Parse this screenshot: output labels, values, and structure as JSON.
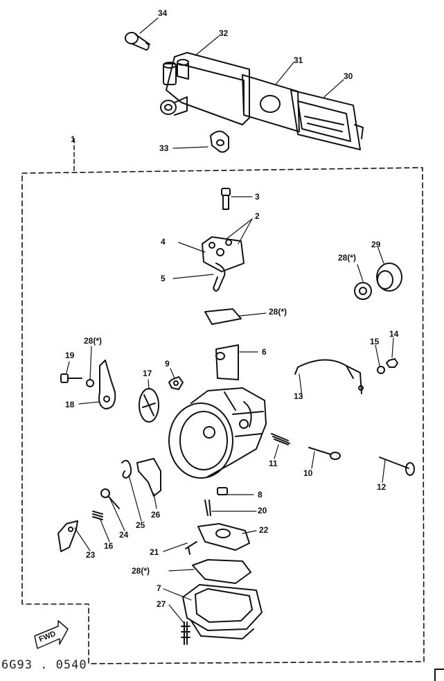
{
  "diagram": {
    "callouts": {
      "c1": "1",
      "c2": "2",
      "c3": "3",
      "c4": "4",
      "c5": "5",
      "c6": "6",
      "c7": "7",
      "c8": "8",
      "c9": "9",
      "c10": "10",
      "c11": "11",
      "c12": "12",
      "c13": "13",
      "c14": "14",
      "c15": "15",
      "c16": "16",
      "c17": "17",
      "c18": "18",
      "c19": "19",
      "c20": "20",
      "c21": "21",
      "c22": "22",
      "c23": "23",
      "c24": "24",
      "c25": "25",
      "c26": "26",
      "c27": "27",
      "c28a": "28(*)",
      "c28b": "28(*)",
      "c28c": "28(*)",
      "c28d": "28(*)",
      "c29": "29",
      "c30": "30",
      "c31": "31",
      "c32": "32",
      "c33": "33",
      "c34": "34"
    },
    "fwd_label": "FWD",
    "figure_code": "6G93 . 0540",
    "colors": {
      "ink": "#111111",
      "paper": "#ffffff"
    }
  }
}
